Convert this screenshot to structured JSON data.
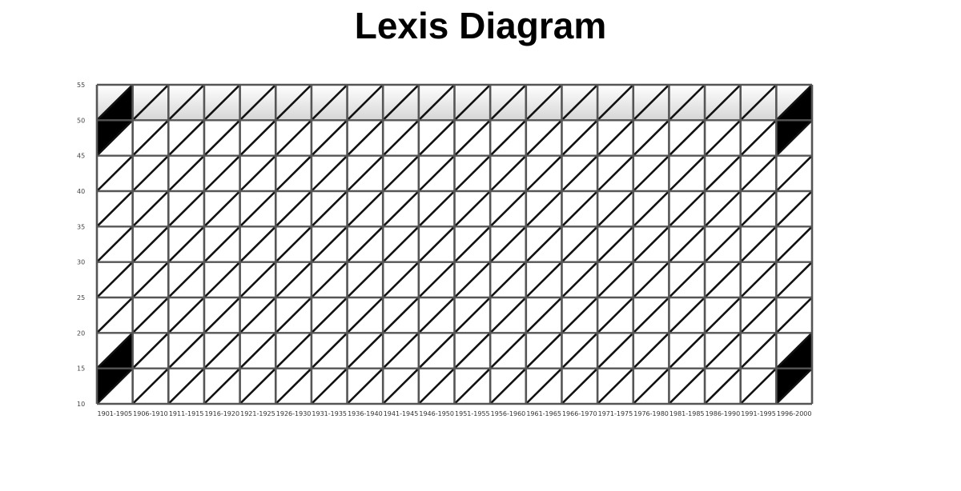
{
  "title": "Lexis Diagram",
  "chart_data": {
    "type": "lexis",
    "title": "Lexis Diagram",
    "y_ticks": [
      "55",
      "50",
      "45",
      "40",
      "35",
      "30",
      "25",
      "20",
      "15",
      "10"
    ],
    "ylim": [
      10,
      55
    ],
    "x_categories": [
      "1901-1905",
      "1906-1910",
      "1911-1915",
      "1916-1920",
      "1921-1925",
      "1926-1930",
      "1931-1935",
      "1936-1940",
      "1941-1945",
      "1946-1950",
      "1951-1955",
      "1956-1960",
      "1961-1965",
      "1966-1970",
      "1971-1975",
      "1976-1980",
      "1981-1985",
      "1986-1990",
      "1991-1995",
      "1996-2000"
    ],
    "age_step": 5,
    "period_step": 5,
    "shaded_cells": [
      {
        "period": "1901-1905",
        "age_from": 45,
        "age_to": 55
      },
      {
        "period": "1901-1905",
        "age_from": 10,
        "age_to": 20
      },
      {
        "period": "1996-2000",
        "age_from": 45,
        "age_to": 55
      },
      {
        "period": "1996-2000",
        "age_from": 10,
        "age_to": 20
      }
    ],
    "line_color": "#111111",
    "grid_color": "#555555",
    "fill_color": "#000000",
    "top_row_shading": "#bbbbbb"
  }
}
